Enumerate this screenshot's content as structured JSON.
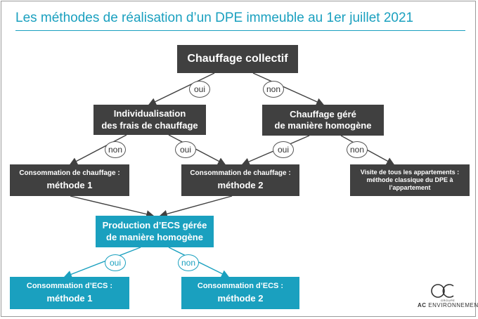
{
  "title": "Les méthodes de réalisation d’un DPE immeuble au 1er juillet 2021",
  "nodes": {
    "chauffage_collectif": "Chauffage collectif",
    "individualisation": [
      "Individualisation",
      "des frais de chauffage"
    ],
    "chauffage_gere": [
      "Chauffage géré",
      "de manière homogène"
    ],
    "conso_chauffage_m1": [
      "Consommation de chauffage :",
      "méthode 1"
    ],
    "conso_chauffage_m2": [
      "Consommation de chauffage :",
      "méthode 2"
    ],
    "visite": [
      "Visite de tous les appartements :",
      "méthode classique du DPE à",
      "l’appartement"
    ],
    "production_ecs": [
      "Production d’ECS gérée",
      "de manière homogène"
    ],
    "conso_ecs_m1": [
      "Consommation d’ECS :",
      "méthode 1"
    ],
    "conso_ecs_m2": [
      "Consommation d’ECS :",
      "méthode 2"
    ]
  },
  "edges": {
    "oui": "oui",
    "non": "non"
  },
  "logo": {
    "mark": "OC",
    "small": "GROUPE",
    "brand_bold": "AC",
    "brand_rest": " ENVIRONNEMENT"
  },
  "colors": {
    "dark": "#404040",
    "teal": "#1aa0bf"
  }
}
